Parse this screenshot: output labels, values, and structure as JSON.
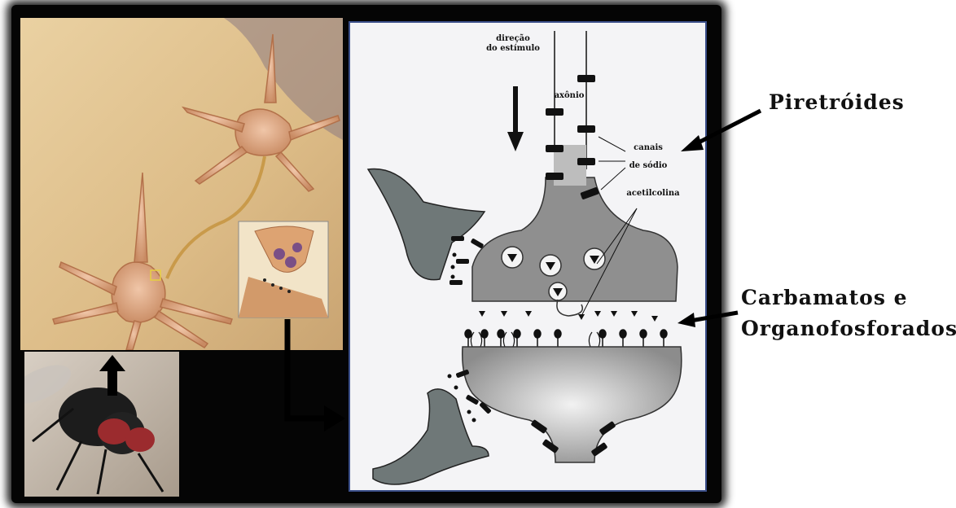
{
  "synapse": {
    "stimulus_label_line1": "direção",
    "stimulus_label_line2": "do estímulo",
    "axon_label": "axônio",
    "sodium_label_line1": "canais",
    "sodium_label_line2": "de sódio",
    "ach_label": "acetilcolina"
  },
  "labels": {
    "pyrethroids": "Piretróides",
    "carbamates_line1": "Carbamatos e",
    "carbamates_line2": "Organofosforados"
  },
  "colors": {
    "neuron_background": "#e2c48e",
    "neuron_cell": "#d9a27a",
    "synapse_gray": "#8f8f8f",
    "panel_border": "#3b4f8a"
  }
}
